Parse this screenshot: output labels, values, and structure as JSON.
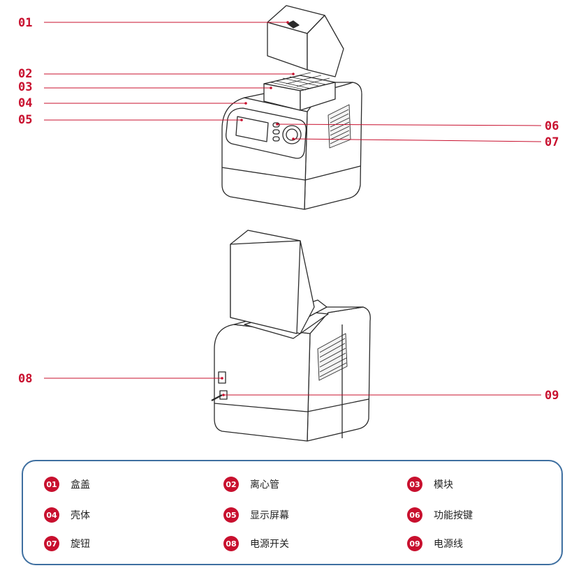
{
  "colors": {
    "accent": "#c8102e",
    "border": "#3e6fa0",
    "line": "#333333"
  },
  "callouts": [
    {
      "num": "01"
    },
    {
      "num": "02"
    },
    {
      "num": "03"
    },
    {
      "num": "04"
    },
    {
      "num": "05"
    },
    {
      "num": "06"
    },
    {
      "num": "07"
    },
    {
      "num": "08"
    },
    {
      "num": "09"
    }
  ],
  "legend": [
    {
      "num": "01",
      "label": "盒盖"
    },
    {
      "num": "02",
      "label": "离心管"
    },
    {
      "num": "03",
      "label": "模块"
    },
    {
      "num": "04",
      "label": "壳体"
    },
    {
      "num": "05",
      "label": "显示屏幕"
    },
    {
      "num": "06",
      "label": "功能按键"
    },
    {
      "num": "07",
      "label": "旋钮"
    },
    {
      "num": "08",
      "label": "电源开关"
    },
    {
      "num": "09",
      "label": "电源线"
    }
  ]
}
